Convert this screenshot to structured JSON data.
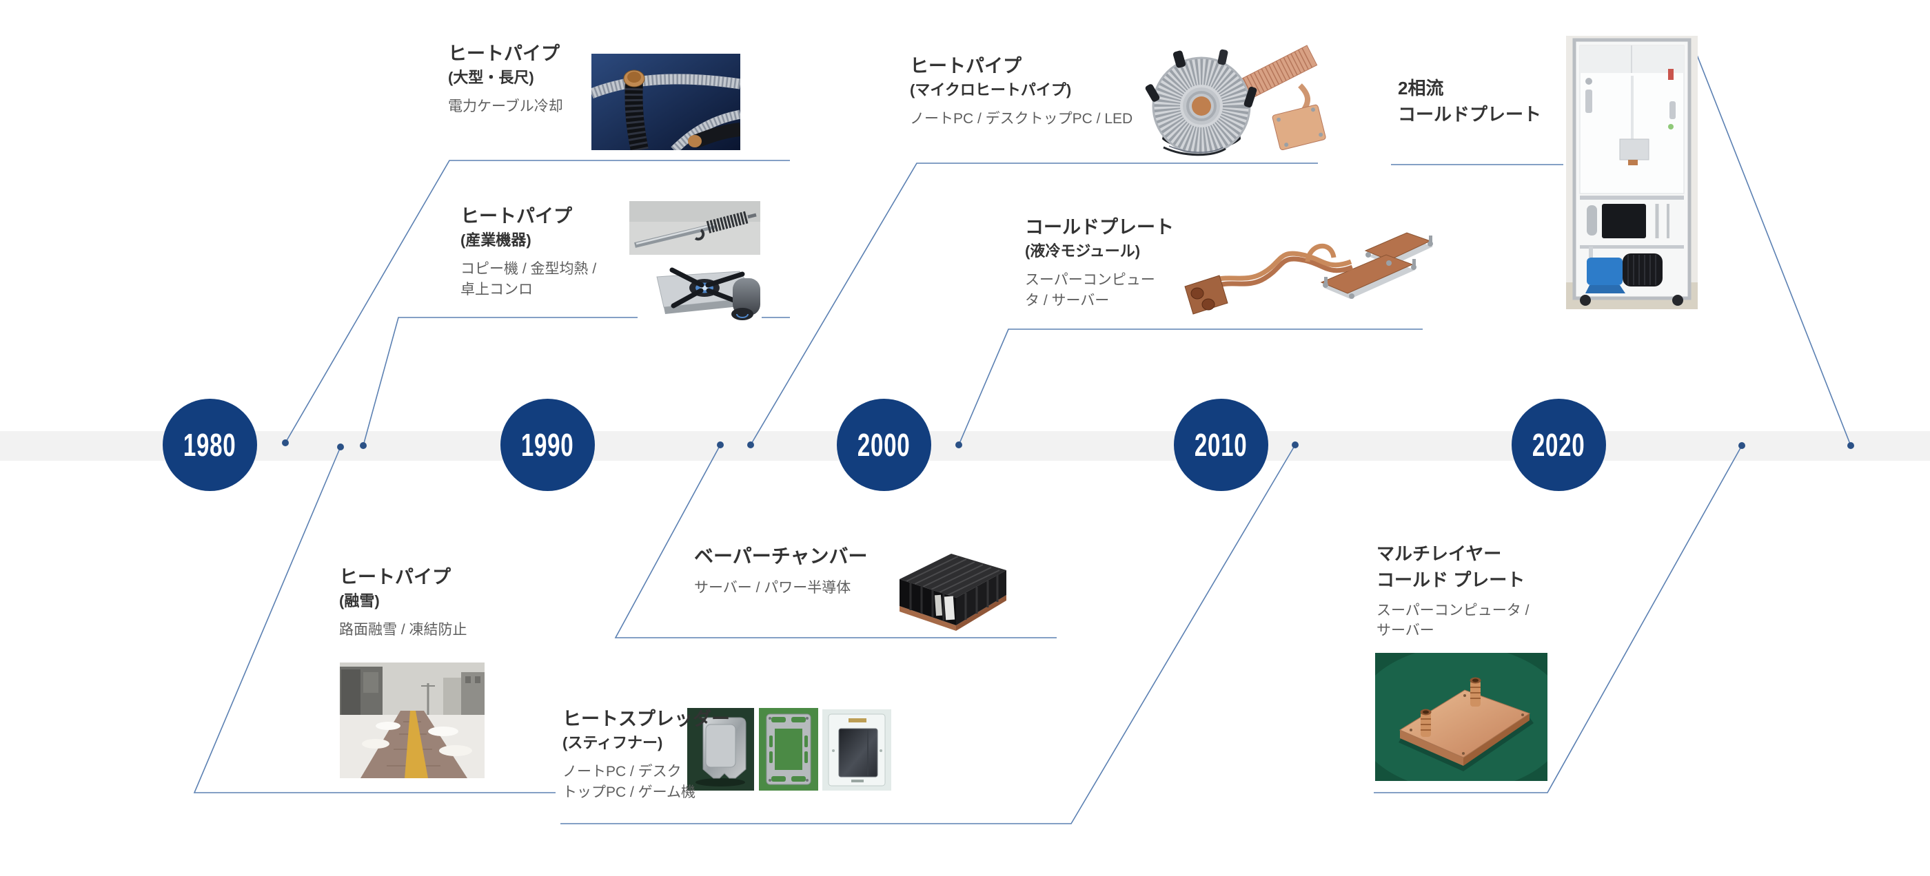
{
  "timeline": {
    "years": [
      "1980",
      "1990",
      "2000",
      "2010",
      "2020"
    ],
    "band_color": "#f2f2f2",
    "circle_color": "#123e7e",
    "connector_color": "#5b80b2",
    "dot_color": "#2b5186"
  },
  "items": [
    {
      "title": "ヒートパイプ",
      "qualifier": "(大型・長尺)",
      "applications": "電力ケーブル冷却",
      "photos": [
        "corrugated-heat-pipe-cables"
      ]
    },
    {
      "title": "ヒートパイプ",
      "qualifier": "(産業機器)",
      "applications": "コピー機 / 金型均熱 /\n卓上コンロ",
      "photos": [
        "finned-heat-pipe-rod",
        "portable-gas-stove"
      ]
    },
    {
      "title": "ヒートパイプ",
      "qualifier": "(融雪)",
      "applications": "路面融雪 / 凍結防止",
      "photos": [
        "snow-melted-sidewalk"
      ]
    },
    {
      "title": "ヒートパイプ",
      "qualifier": "(マイクロヒートパイプ)",
      "applications": "ノートPC / デスクトップPC / LED",
      "photos": [
        "cpu-cooler-with-heat-pipe-module"
      ]
    },
    {
      "title": "ベーパーチャンバー",
      "qualifier": "",
      "applications": "サーバー / パワー半導体",
      "photos": [
        "vapor-chamber-heatsink"
      ]
    },
    {
      "title": "ヒートスプレッダー",
      "qualifier": "(スティフナー)",
      "applications": "ノートPC / デスク\nトップPC / ゲーム機",
      "photos": [
        "heat-spreader-lid",
        "stiffener-frame",
        "chip-package"
      ]
    },
    {
      "title": "コールドプレート",
      "qualifier": "(液冷モジュール)",
      "applications": "スーパーコンピュー\nタ / サーバー",
      "photos": [
        "liquid-cooling-module-render"
      ]
    },
    {
      "title": "2相流",
      "qualifier": "コールドプレート",
      "applications": "",
      "photos": [
        "two-phase-flow-test-rig"
      ]
    },
    {
      "title": "マルチレイヤー",
      "qualifier": "コールド プレート",
      "applications": "スーパーコンピュータ /\nサーバー",
      "photos": [
        "multilayer-cold-plate"
      ]
    }
  ]
}
